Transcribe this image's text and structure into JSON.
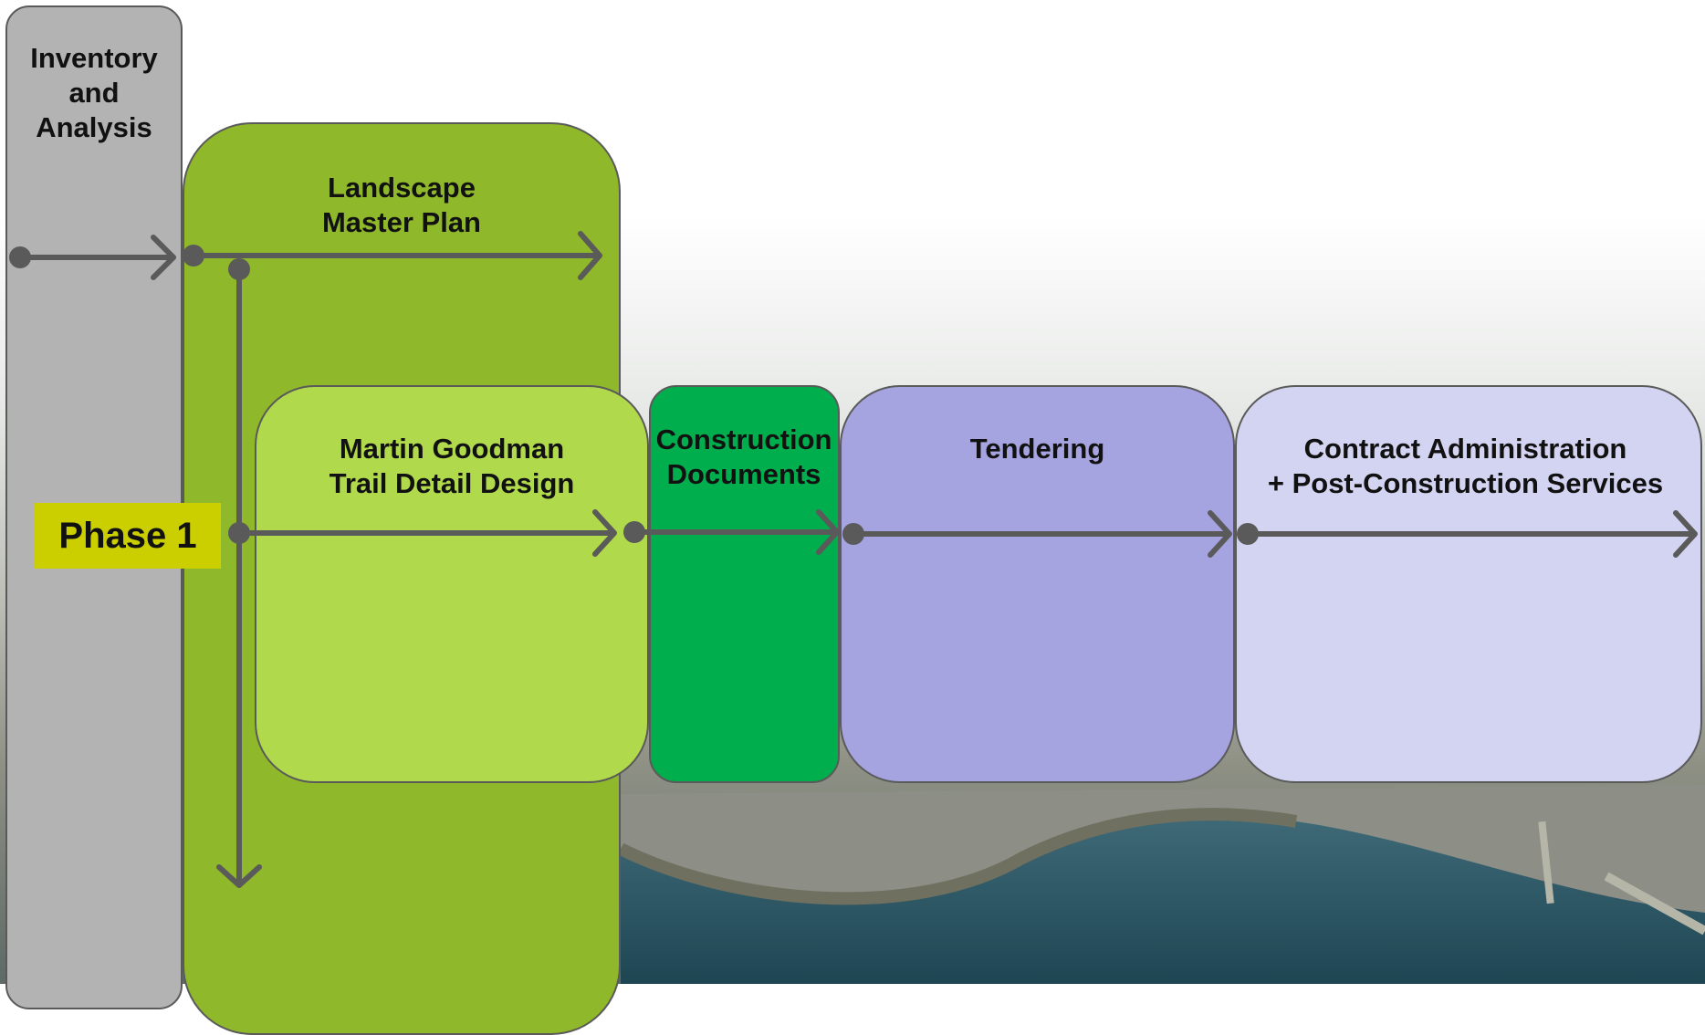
{
  "stages": {
    "inventory": "Inventory\nand\nAnalysis",
    "master_plan": "Landscape\nMaster Plan",
    "trail_design": "Martin Goodman\nTrail Detail Design",
    "construction_docs": "Construction\nDocuments",
    "tendering": "Tendering",
    "contract_admin": "Contract Administration\n+ Post-Construction Services"
  },
  "phase_label": "Phase 1",
  "colors": {
    "inventory": "#b3b3b3",
    "master_plan": "#8fb82a",
    "trail_design": "#b0d94c",
    "construction_docs": "#00ae4e",
    "tendering": "#a5a3e0",
    "contract_admin": "#d3d3f2",
    "phase": "#cbcf00",
    "arrows": "#5a5a5a"
  }
}
